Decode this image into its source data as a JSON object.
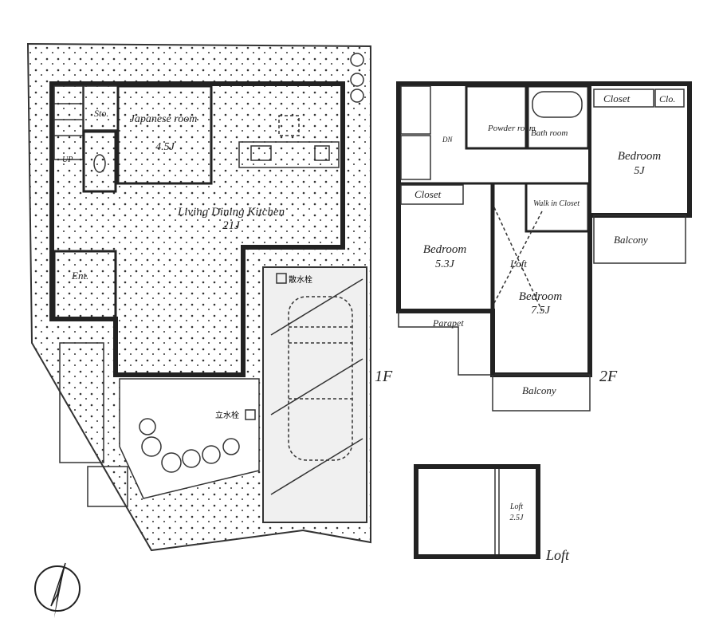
{
  "floor_1": {
    "level_label": "1F",
    "rooms": {
      "japanese_room": {
        "name": "Japanese room",
        "size": "4.5J"
      },
      "ldk": {
        "name": "Living Dining Kitchen",
        "size": "21J"
      },
      "storage": "Sto.",
      "entrance": "Ent.",
      "up": "UP"
    },
    "sprinkler_tap": "散水栓",
    "standing_faucet": "立水栓"
  },
  "floor_2": {
    "level_label": "2F",
    "rooms": {
      "powder_room": "Powder room",
      "bath_room": "Bath room",
      "closet_top": "Closet",
      "clo": "Clo.",
      "bedroom_5": {
        "name": "Bedroom",
        "size": "5J"
      },
      "closet_left": "Closet",
      "walk_in_closet": "Walk in Closet",
      "bedroom_53": {
        "name": "Bedroom",
        "size": "5.3J"
      },
      "loft": "Loft",
      "bedroom_75": {
        "name": "Bedroom",
        "size": "7.5J"
      },
      "balcony_right": "Balcony",
      "parapet": "Parapet",
      "balcony_bottom": "Balcony",
      "down": "DN"
    }
  },
  "loft_floor": {
    "level_label": "Loft",
    "room": {
      "name": "Loft",
      "size": "2.5J"
    }
  },
  "icons": {
    "north": "north-arrow-icon",
    "car": "car-icon"
  },
  "colors": {
    "wall": "#222222",
    "garden": "#f4f4f4",
    "line": "#333333"
  }
}
